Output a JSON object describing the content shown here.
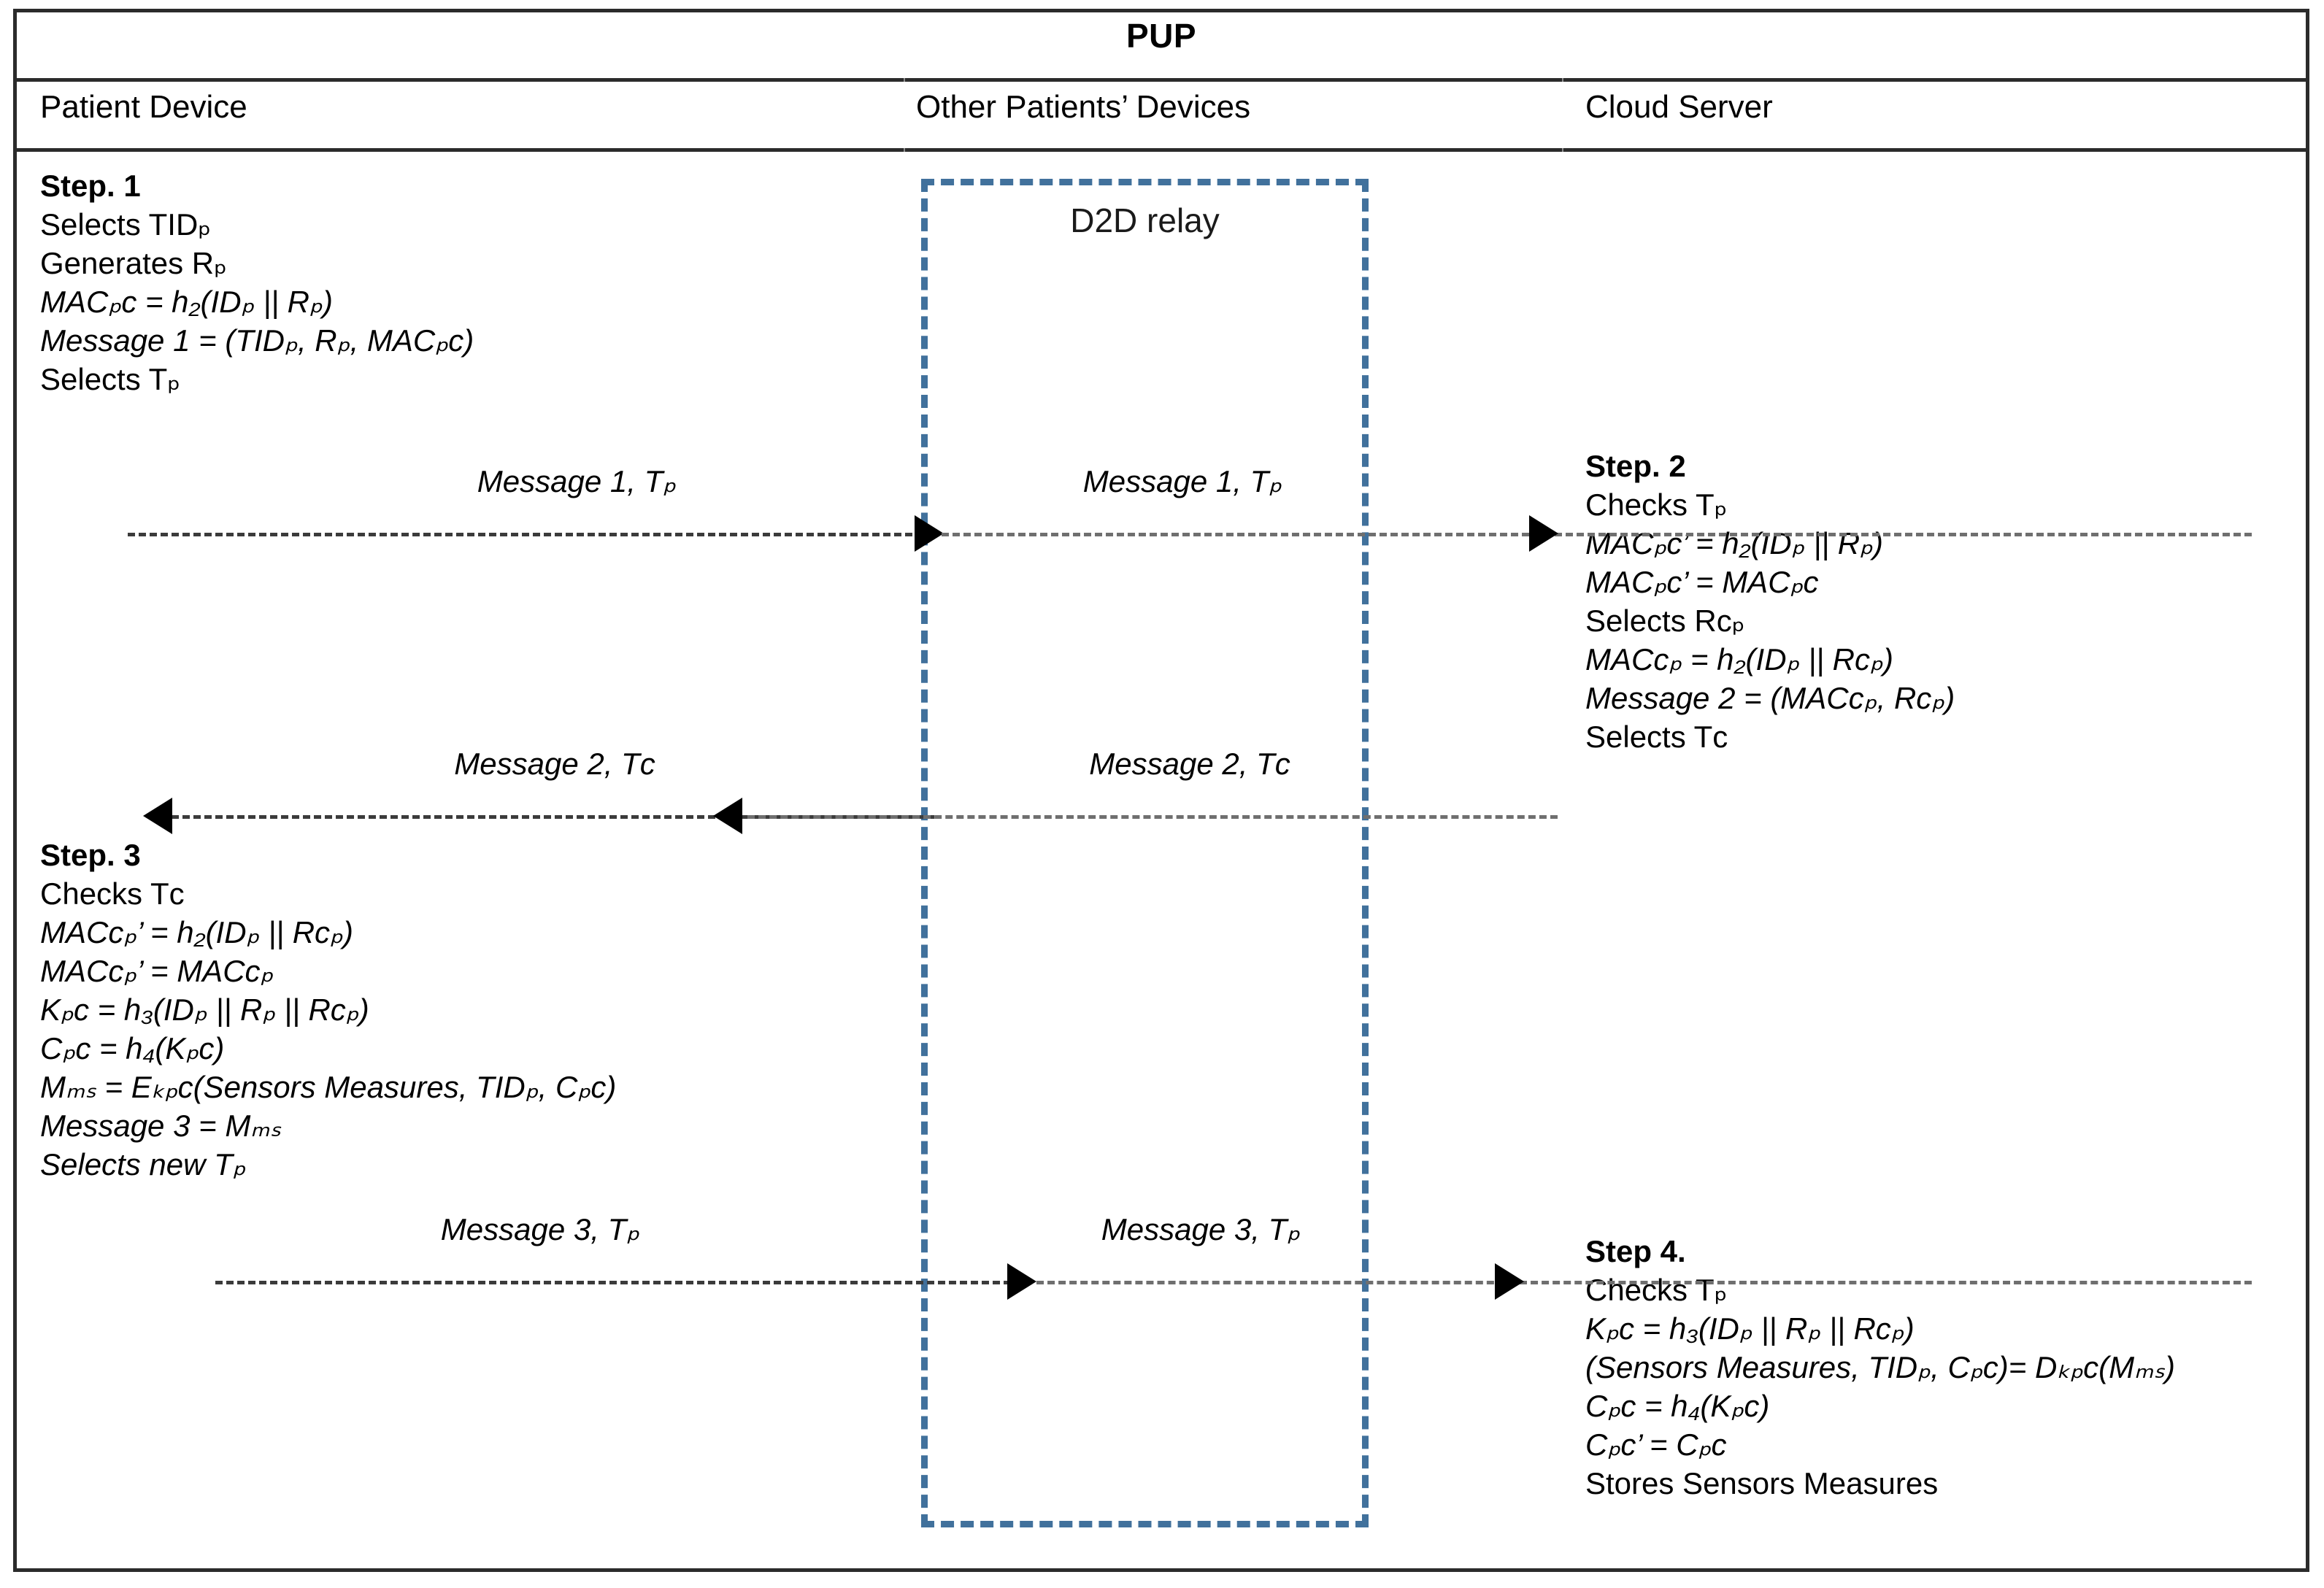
{
  "title": "PUP",
  "columns": [
    {
      "label": "Patient Device"
    },
    {
      "label": "Other Patients’ Devices"
    },
    {
      "label": "Cloud Server"
    }
  ],
  "relay": {
    "label": "D2D relay"
  },
  "steps": [
    {
      "id": "step-1",
      "heading": "Step. 1",
      "lines": [
        "Selects TIDₚ",
        "Generates Rₚ",
        "MACₚᴄ = h₂(IDₚ || Rₚ)",
        "Message 1 = (TIDₚ, Rₚ, MACₚᴄ)",
        "Selects Tₚ"
      ]
    },
    {
      "id": "step-2",
      "heading": "Step. 2",
      "lines": [
        "Checks Tₚ",
        "MACₚᴄ’ = h₂(IDₚ || Rₚ)",
        "MACₚᴄ’ = MACₚᴄ",
        "Selects Rᴄₚ",
        "MACᴄₚ = h₂(IDₚ || Rᴄₚ)",
        "Message 2 = (MACᴄₚ, Rᴄₚ)",
        "Selects Tᴄ"
      ]
    },
    {
      "id": "step-3",
      "heading": "Step. 3",
      "lines": [
        "Checks Tᴄ",
        "MACᴄₚ’ = h₂(IDₚ || Rᴄₚ)",
        "MACᴄₚ’ = MACᴄₚ",
        "Kₚᴄ = h₃(IDₚ || Rₚ || Rᴄₚ)",
        "Cₚᴄ = h₄(Kₚᴄ)",
        "Mₘₛ = Eₖₚᴄ(Sensors Measures, TIDₚ, Cₚᴄ)",
        "Message 3 = Mₘₛ",
        "Selects new Tₚ"
      ]
    },
    {
      "id": "step-4",
      "heading": "Step 4.",
      "lines": [
        "Checks Tₚ",
        "Kₚᴄ = h₃(IDₚ || Rₚ || Rᴄₚ)",
        "(Sensors Measures, TIDₚ, Cₚᴄ)= Dₖₚᴄ(Mₘₛ)",
        "Cₚᴄ = h₄(Kₚᴄ)",
        "Cₚᴄ’ = Cₚᴄ",
        "Stores Sensors Measures"
      ]
    }
  ],
  "messages": [
    {
      "id": "message-1-left",
      "label": "Message 1, Tₚ",
      "direction": "right",
      "segment": "patient-to-relay"
    },
    {
      "id": "message-1-right",
      "label": "Message 1, Tₚ",
      "direction": "right",
      "segment": "relay-to-cloud"
    },
    {
      "id": "message-2-left",
      "label": "Message 2, Tᴄ",
      "direction": "left",
      "segment": "relay-to-patient"
    },
    {
      "id": "message-2-right",
      "label": "Message 2, Tᴄ",
      "direction": "left",
      "segment": "cloud-to-relay"
    },
    {
      "id": "message-3-left",
      "label": "Message 3, Tₚ",
      "direction": "right",
      "segment": "patient-to-relay"
    },
    {
      "id": "message-3-right",
      "label": "Message 3, Tₚ",
      "direction": "right",
      "segment": "relay-to-cloud"
    }
  ],
  "colors": {
    "relay_border": "#41719C",
    "table_border": "#2b2b2b",
    "arrow": "#000000",
    "text": "#000000"
  }
}
